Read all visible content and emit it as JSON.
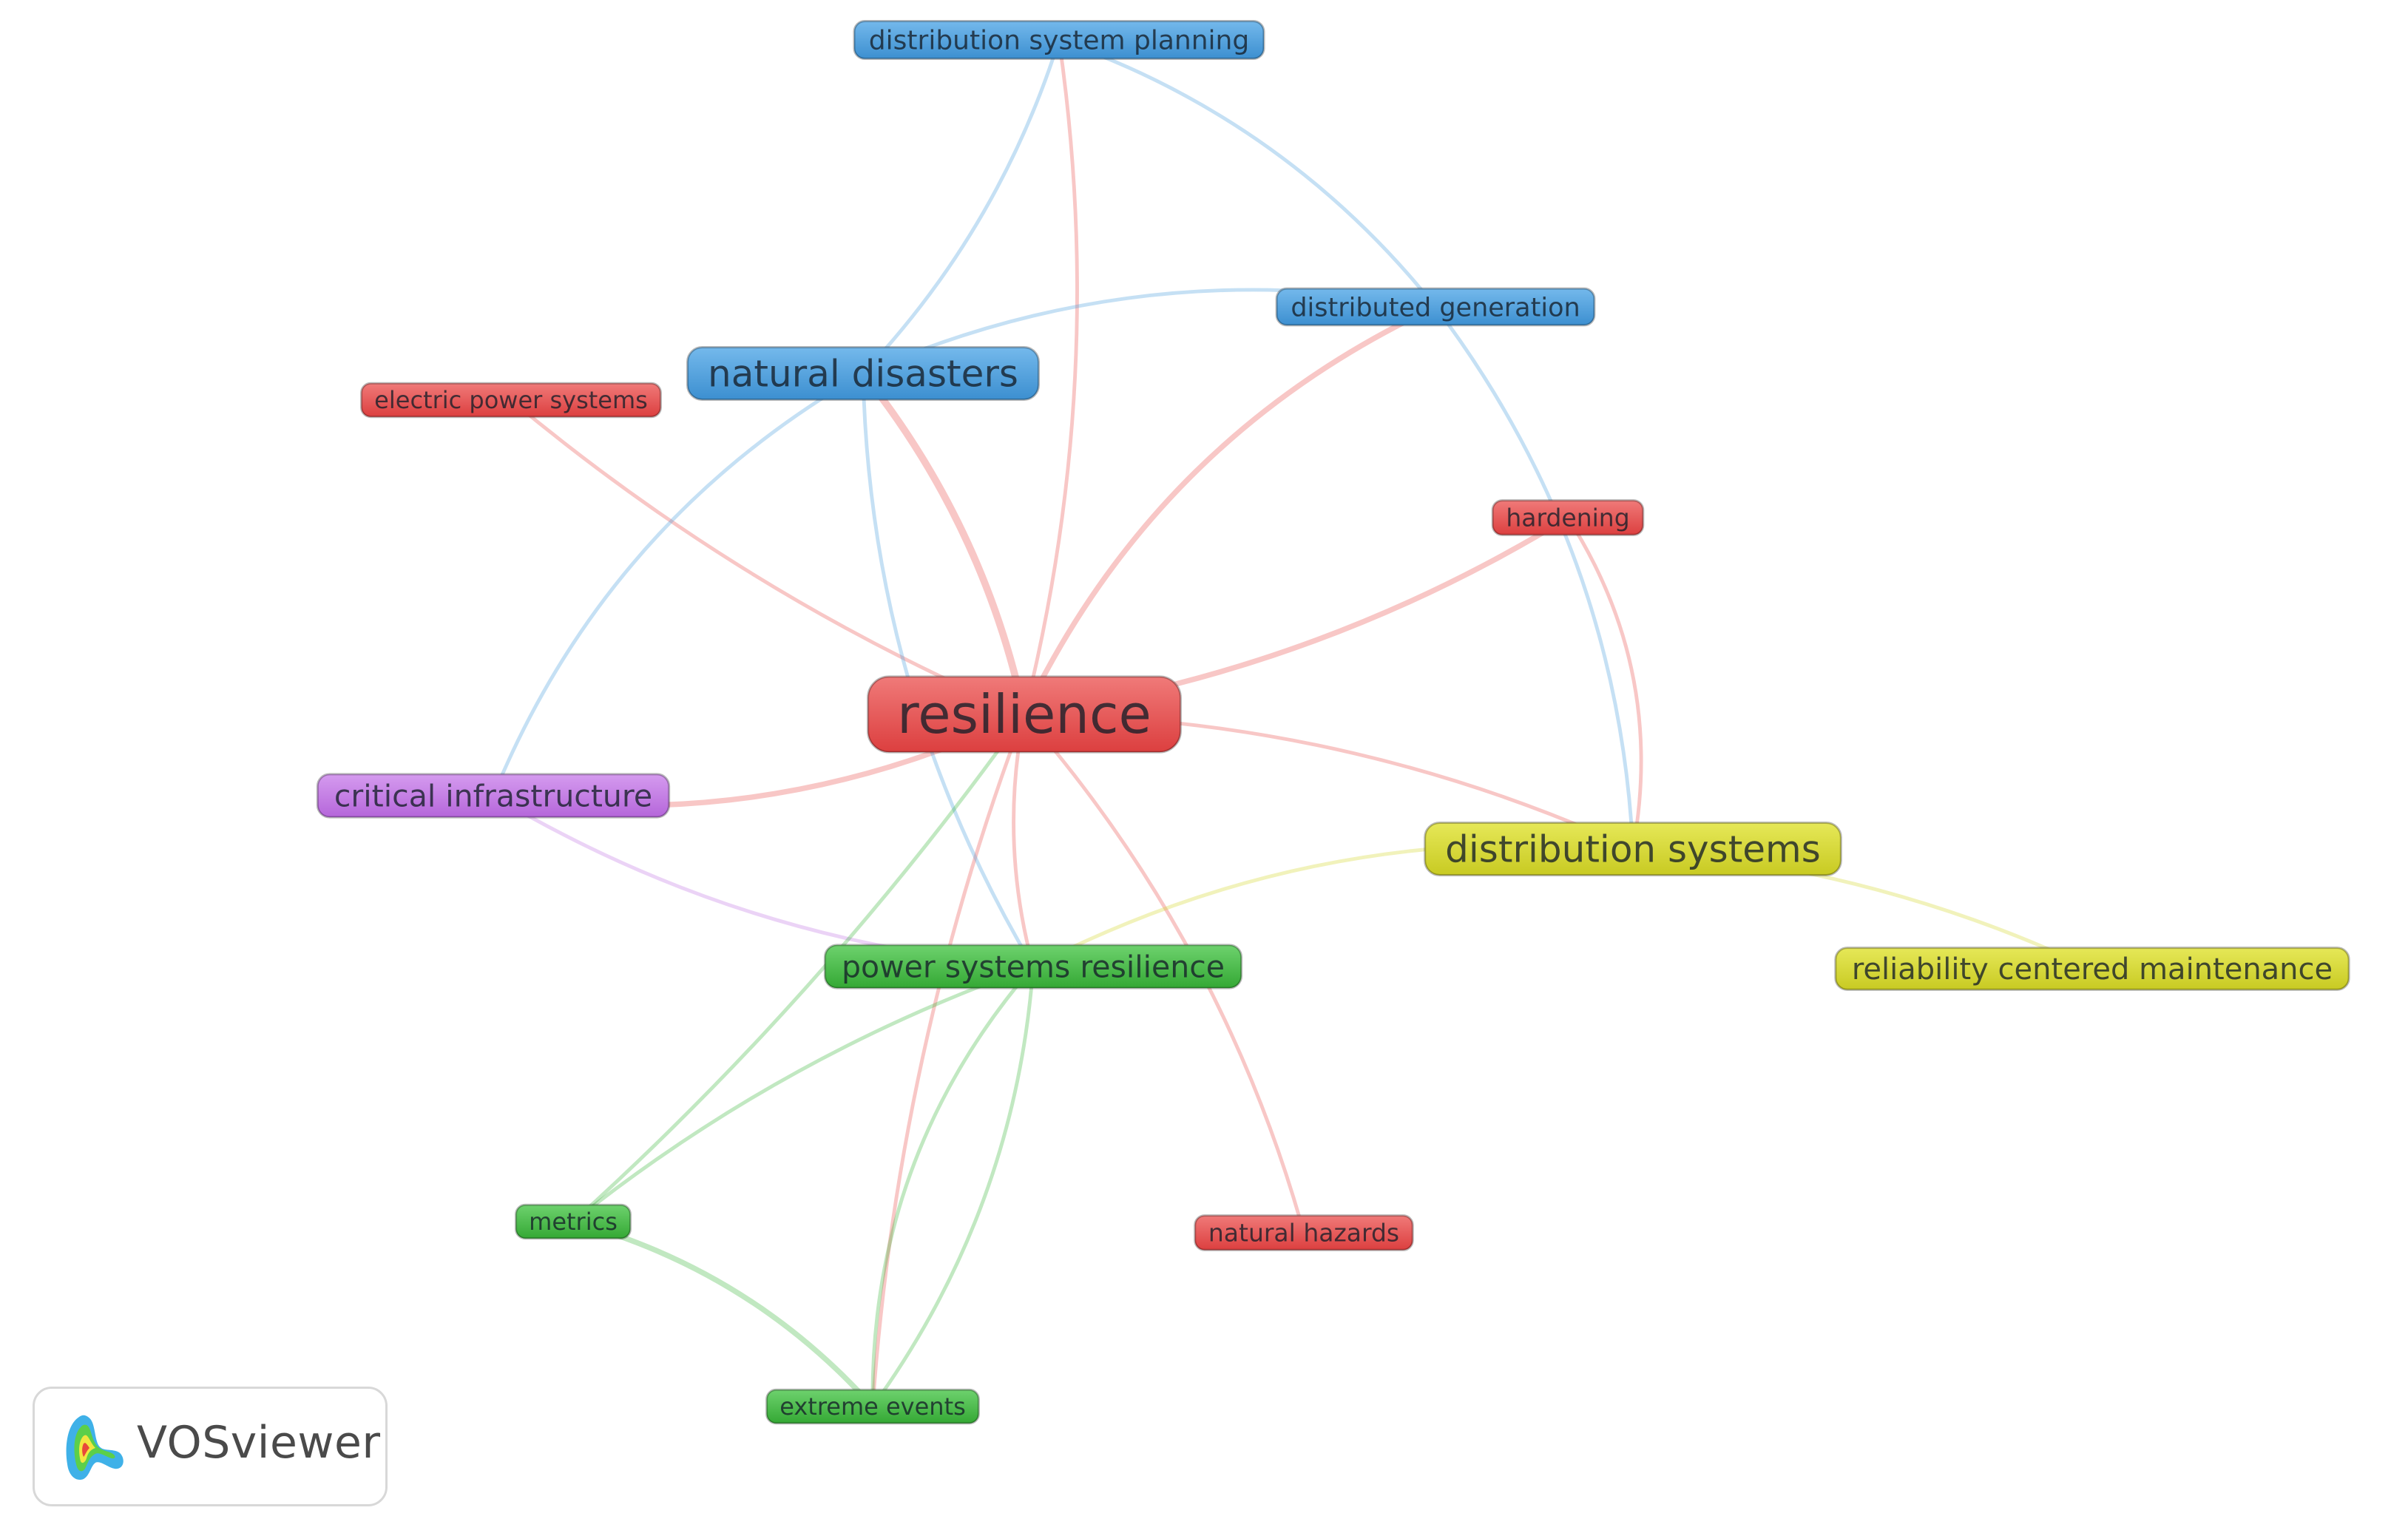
{
  "colors": {
    "red": "#e8504f",
    "blue": "#4a9fdc",
    "purple": "#c277e3",
    "green": "#3fb83f",
    "yellow": "#d4d62a"
  },
  "nodes": [
    {
      "id": "resilience",
      "label": "resilience",
      "cluster": "red"
    },
    {
      "id": "natural_disasters",
      "label": "natural disasters",
      "cluster": "blue"
    },
    {
      "id": "distribution_system_planning",
      "label": "distribution system planning",
      "cluster": "blue"
    },
    {
      "id": "distributed_generation",
      "label": "distributed generation",
      "cluster": "blue"
    },
    {
      "id": "electric_power_systems",
      "label": "electric power systems",
      "cluster": "red"
    },
    {
      "id": "hardening",
      "label": "hardening",
      "cluster": "red"
    },
    {
      "id": "critical_infrastructure",
      "label": "critical infrastructure",
      "cluster": "purple"
    },
    {
      "id": "distribution_systems",
      "label": "distribution systems",
      "cluster": "yellow"
    },
    {
      "id": "power_systems_resilience",
      "label": "power systems resilience",
      "cluster": "green"
    },
    {
      "id": "reliability_centered_maintenance",
      "label": "reliability centered maintenance",
      "cluster": "yellow"
    },
    {
      "id": "metrics",
      "label": "metrics",
      "cluster": "green"
    },
    {
      "id": "natural_hazards",
      "label": "natural hazards",
      "cluster": "red"
    },
    {
      "id": "extreme_events",
      "label": "extreme events",
      "cluster": "green"
    }
  ],
  "edges": [
    {
      "source": "resilience",
      "target": "natural_disasters",
      "strength": 3
    },
    {
      "source": "resilience",
      "target": "distribution_system_planning",
      "strength": 1
    },
    {
      "source": "resilience",
      "target": "distributed_generation",
      "strength": 2
    },
    {
      "source": "resilience",
      "target": "electric_power_systems",
      "strength": 1
    },
    {
      "source": "resilience",
      "target": "hardening",
      "strength": 2
    },
    {
      "source": "resilience",
      "target": "critical_infrastructure",
      "strength": 2
    },
    {
      "source": "resilience",
      "target": "distribution_systems",
      "strength": 1
    },
    {
      "source": "resilience",
      "target": "power_systems_resilience",
      "strength": 1
    },
    {
      "source": "resilience",
      "target": "natural_hazards",
      "strength": 1
    },
    {
      "source": "resilience",
      "target": "extreme_events",
      "strength": 1
    },
    {
      "source": "natural_disasters",
      "target": "distribution_system_planning",
      "strength": 1
    },
    {
      "source": "natural_disasters",
      "target": "distributed_generation",
      "strength": 1
    },
    {
      "source": "natural_disasters",
      "target": "critical_infrastructure",
      "strength": 1
    },
    {
      "source": "natural_disasters",
      "target": "power_systems_resilience",
      "strength": 1
    },
    {
      "source": "distribution_system_planning",
      "target": "distributed_generation",
      "strength": 1
    },
    {
      "source": "distributed_generation",
      "target": "distribution_systems",
      "strength": 1
    },
    {
      "source": "hardening",
      "target": "distribution_systems",
      "strength": 1
    },
    {
      "source": "critical_infrastructure",
      "target": "power_systems_resilience",
      "strength": 1
    },
    {
      "source": "distribution_systems",
      "target": "power_systems_resilience",
      "strength": 1
    },
    {
      "source": "distribution_systems",
      "target": "reliability_centered_maintenance",
      "strength": 1
    },
    {
      "source": "power_systems_resilience",
      "target": "metrics",
      "strength": 1
    },
    {
      "source": "power_systems_resilience",
      "target": "extreme_events",
      "strength": 1
    },
    {
      "source": "metrics",
      "target": "extreme_events",
      "strength": 2
    },
    {
      "source": "metrics",
      "target": "resilience",
      "strength": 1
    },
    {
      "source": "extreme_events",
      "target": "power_systems_resilience",
      "strength": 1
    }
  ],
  "logo": {
    "text": "VOSviewer",
    "icon": "vosviewer-logo-icon"
  }
}
